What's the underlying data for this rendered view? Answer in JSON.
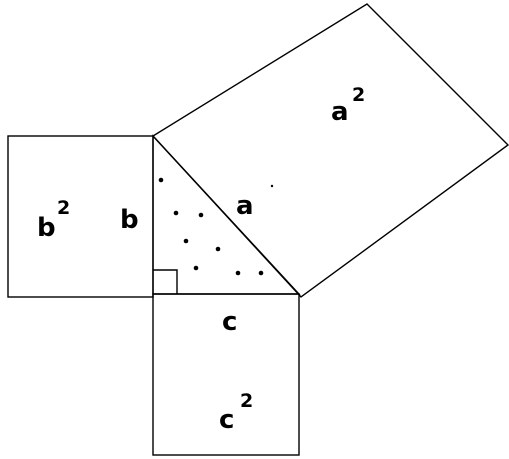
{
  "diagram": {
    "square_a": {
      "base": "a",
      "exponent": "2"
    },
    "square_b": {
      "base": "b",
      "exponent": "2"
    },
    "square_c": {
      "base": "c",
      "exponent": "2"
    },
    "side_a": "a",
    "side_b": "b",
    "side_c": "c"
  }
}
